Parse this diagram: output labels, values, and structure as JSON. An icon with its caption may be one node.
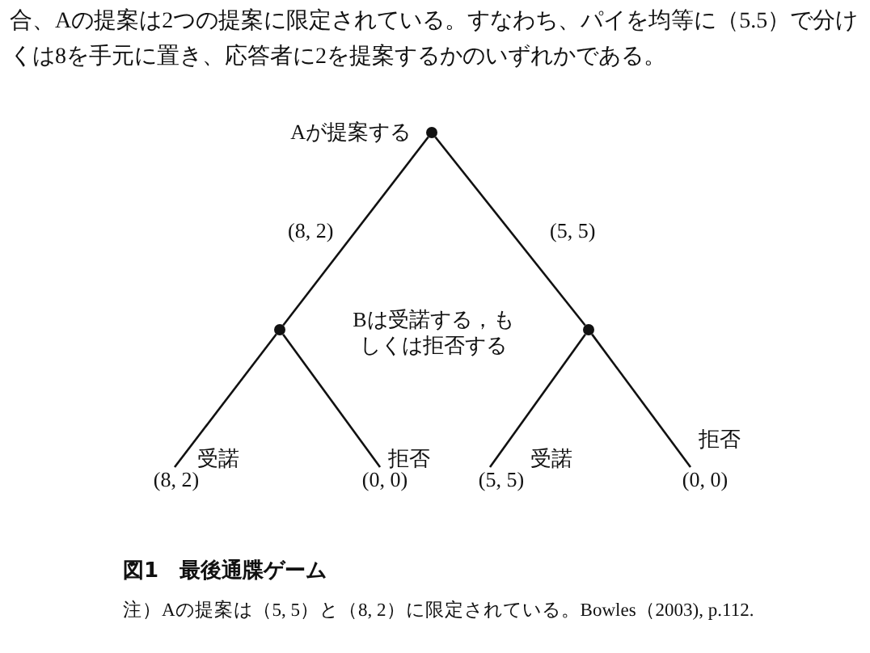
{
  "diagram": {
    "caption": "図1　最後通牒ゲーム",
    "nodes": [
      {
        "text": [],
        "shape": "circle",
        "beside": [
          "Aが提案する"
        ]
      },
      {
        "text": [],
        "shape": "circle"
      },
      {
        "text": [],
        "shape": "circle"
      },
      {
        "text": [
          "(8, 2)"
        ]
      },
      {
        "text": [
          "(0, 0)"
        ]
      },
      {
        "text": [
          "(5, 5)"
        ]
      },
      {
        "text": [
          "(0, 0)"
        ]
      }
    ],
    "edges": [
      {
        "from": 0,
        "to": 1,
        "arrow": "none",
        "label": "(8, 2)"
      },
      {
        "from": 0,
        "to": 2,
        "arrow": "none",
        "label": "(5, 5)"
      },
      {
        "from": 1,
        "to": 3,
        "arrow": "none",
        "label": "受諾"
      },
      {
        "from": 1,
        "to": 4,
        "arrow": "none",
        "label": "拒否"
      },
      {
        "from": 2,
        "to": 5,
        "arrow": "none",
        "label": "受諾"
      },
      {
        "from": 2,
        "to": 6,
        "arrow": "none",
        "label": "拒否"
      }
    ],
    "labels": [
      "合、Aの提案は2つの提案に限定されている。すなわち、パイを均等に（5.5）で分け",
      "くは8を手元に置き、応答者に2を提案するかのいずれかである。",
      "Bは受諾する，もしくは拒否する",
      "注）Aの提案は（5, 5）と（8, 2）に限定されている。Bowles（2003), p.112."
    ]
  }
}
